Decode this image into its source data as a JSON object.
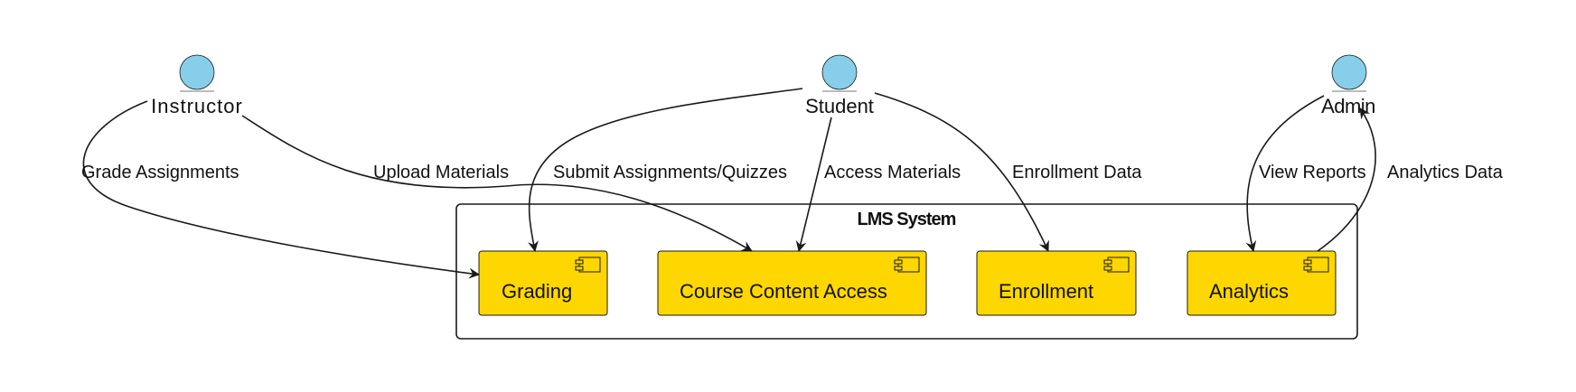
{
  "system": {
    "title": "LMS System"
  },
  "actors": {
    "instructor": "Instructor",
    "student": "Student",
    "admin": "Admin"
  },
  "components": {
    "grading": "Grading",
    "course_content": "Course Content Access",
    "enrollment": "Enrollment",
    "analytics": "Analytics"
  },
  "edges": {
    "grade_assignments": "Grade Assignments",
    "upload_materials": "Upload Materials",
    "submit_assignments": "Submit Assignments/Quizzes",
    "access_materials": "Access Materials",
    "enrollment_data": "Enrollment Data",
    "view_reports": "View Reports",
    "analytics_data": "Analytics Data"
  },
  "colors": {
    "actor_fill": "#87CEEB",
    "component_fill": "#FFD700",
    "stroke": "#1a1a1a"
  }
}
